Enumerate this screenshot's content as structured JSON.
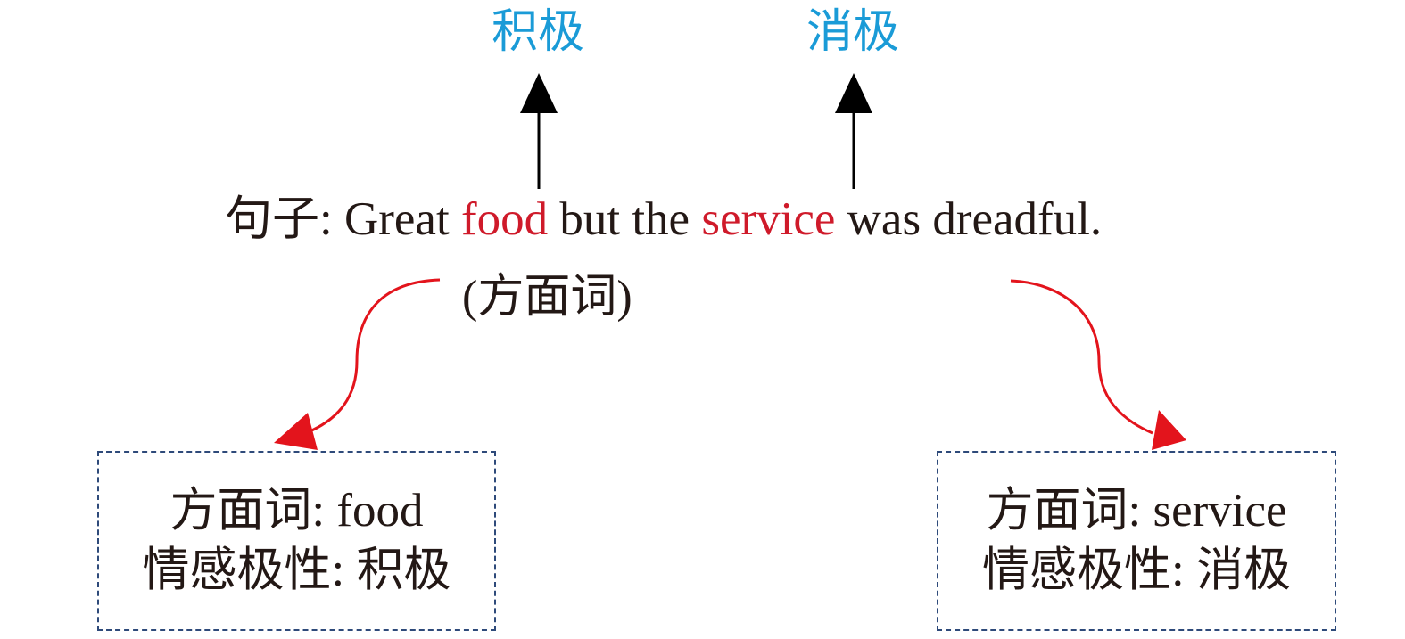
{
  "top_labels": {
    "positive": "积极",
    "negative": "消极"
  },
  "sentence": {
    "prefix": "句子: Great ",
    "aspect1": "food",
    "middle": " but the ",
    "aspect2": "service",
    "suffix": " was dreadful."
  },
  "aspect_note": "(方面词)",
  "boxes": {
    "left": {
      "aspect_line": "方面词: food",
      "polarity_line": "情感极性: 积极"
    },
    "right": {
      "aspect_line": "方面词: service",
      "polarity_line": "情感极性: 消极"
    }
  },
  "colors": {
    "polarity_label": "#1a9bd7",
    "aspect_highlight": "#cf1a2a",
    "arrow_black": "#000000",
    "arrow_red": "#e3141c",
    "box_border": "#2e4a7a",
    "text": "#231815"
  }
}
